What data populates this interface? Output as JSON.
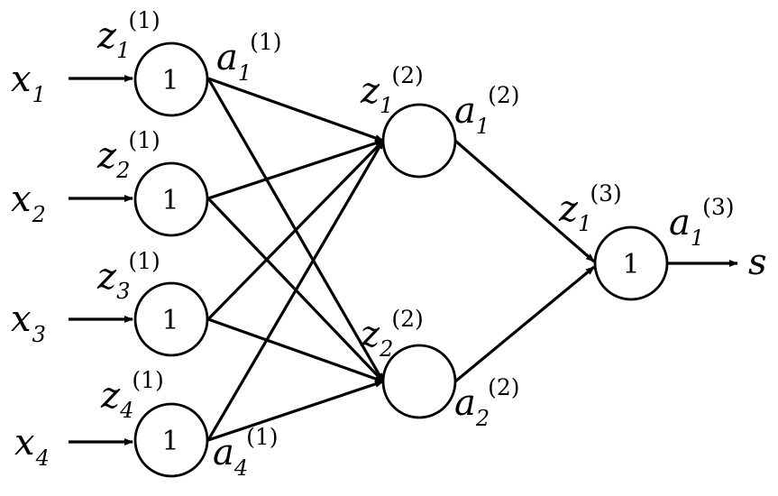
{
  "diagram": {
    "inputs": [
      {
        "sym": "x",
        "sub": "1"
      },
      {
        "sym": "x",
        "sub": "2"
      },
      {
        "sym": "x",
        "sub": "3"
      },
      {
        "sym": "x",
        "sub": "4"
      }
    ],
    "output": {
      "sym": "s"
    },
    "layer1": {
      "nodes": [
        {
          "label": "1",
          "z": {
            "sym": "z",
            "sub": "1",
            "sup": "(1)"
          },
          "a": {
            "sym": "a",
            "sub": "1",
            "sup": "(1)"
          }
        },
        {
          "label": "1",
          "z": {
            "sym": "z",
            "sub": "2",
            "sup": "(1)"
          },
          "a": null
        },
        {
          "label": "1",
          "z": {
            "sym": "z",
            "sub": "3",
            "sup": "(1)"
          },
          "a": null
        },
        {
          "label": "1",
          "z": {
            "sym": "z",
            "sub": "4",
            "sup": "(1)"
          },
          "a": {
            "sym": "a",
            "sub": "4",
            "sup": "(1)"
          }
        }
      ]
    },
    "layer2": {
      "nodes": [
        {
          "label": "",
          "z": {
            "sym": "z",
            "sub": "1",
            "sup": "(2)"
          },
          "a": {
            "sym": "a",
            "sub": "1",
            "sup": "(2)"
          }
        },
        {
          "label": "",
          "z": {
            "sym": "z",
            "sub": "2",
            "sup": "(2)"
          },
          "a": {
            "sym": "a",
            "sub": "2",
            "sup": "(2)"
          }
        }
      ]
    },
    "layer3": {
      "nodes": [
        {
          "label": "1",
          "z": {
            "sym": "z",
            "sub": "1",
            "sup": "(3)"
          },
          "a": {
            "sym": "a",
            "sub": "1",
            "sup": "(3)"
          }
        }
      ]
    }
  }
}
